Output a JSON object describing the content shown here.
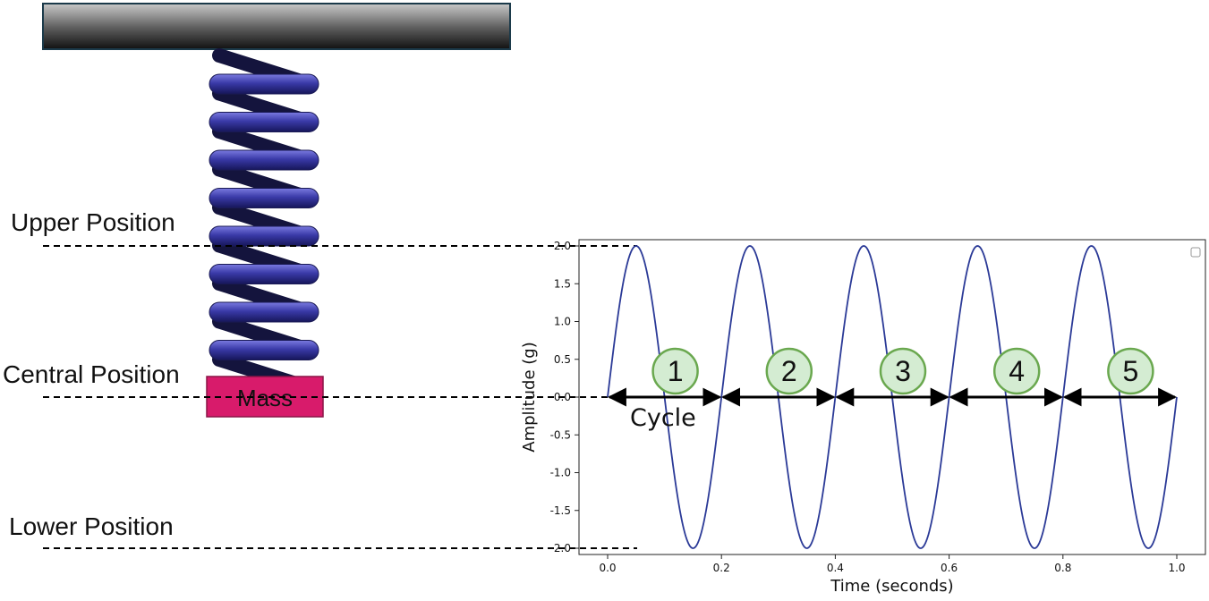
{
  "labels": {
    "upper": "Upper Position",
    "central": "Central Position",
    "lower": "Lower Position",
    "mass": "Mass",
    "cycle": "Cycle"
  },
  "chart_data": {
    "type": "line",
    "xlabel": "Time (seconds)",
    "ylabel": "Amplitude (g)",
    "xlim": [
      0.0,
      1.0
    ],
    "ylim": [
      -2.0,
      2.0
    ],
    "x_ticks": [
      "0.0",
      "0.2",
      "0.4",
      "0.6",
      "0.8",
      "1.0"
    ],
    "y_ticks": [
      "2.0",
      "1.5",
      "1.0",
      "0.5",
      "0.0",
      "-0.5",
      "-1.0",
      "-1.5",
      "-2.0"
    ],
    "series": [
      {
        "function": "2*sin(2*pi*5*t)",
        "amplitude": 2.0,
        "frequency_hz": 5,
        "color": "#2b3a97"
      }
    ],
    "cycles": [
      "1",
      "2",
      "3",
      "4",
      "5"
    ],
    "legend": "top-right (empty)",
    "grid": false
  },
  "colors": {
    "spring": "#2e2e8c",
    "mass": "#d81b6b",
    "ceiling": "#3a3a3a",
    "badge_fill": "#d4ecd2",
    "badge_stroke": "#6aa84f",
    "line": "#2b3a97"
  }
}
